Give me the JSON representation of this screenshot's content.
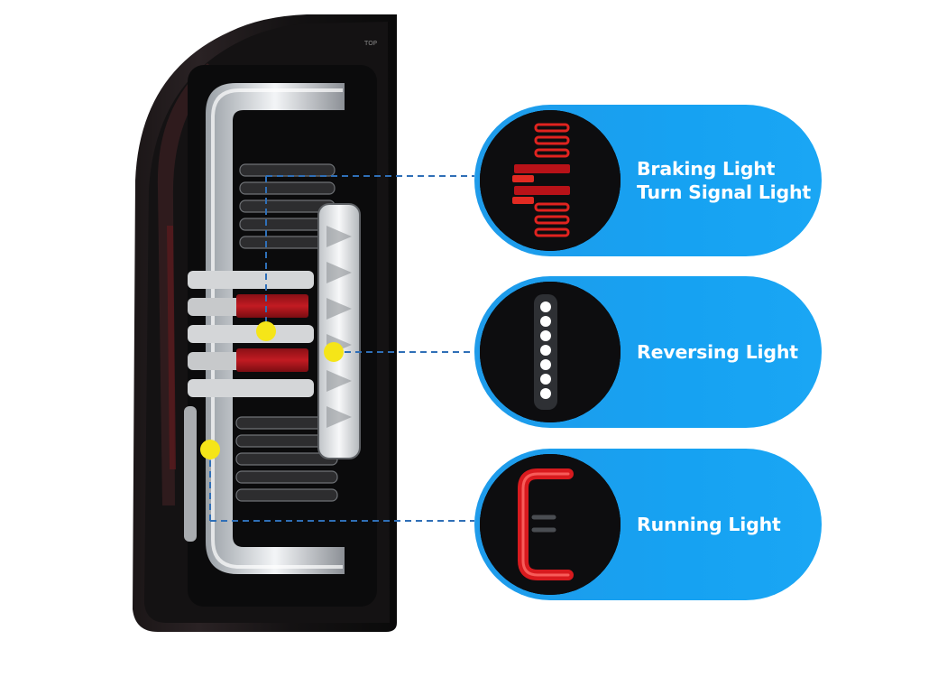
{
  "lamp": {
    "top_mark": "TOP"
  },
  "callouts": [
    {
      "id": "brake",
      "lines": [
        "Braking Light",
        "Turn Signal Light"
      ],
      "icon": "red-bar-stack-icon"
    },
    {
      "id": "reverse",
      "lines": [
        "Reversing Light"
      ],
      "icon": "white-led-strip-icon"
    },
    {
      "id": "running",
      "lines": [
        "Running Light"
      ],
      "icon": "red-c-light-guide-icon"
    }
  ],
  "colors": {
    "callout_blue": "#1aa0ee",
    "marker_yellow": "#f5e518",
    "leader_line": "#2f6fb7",
    "brake_red": "#e0231f"
  }
}
